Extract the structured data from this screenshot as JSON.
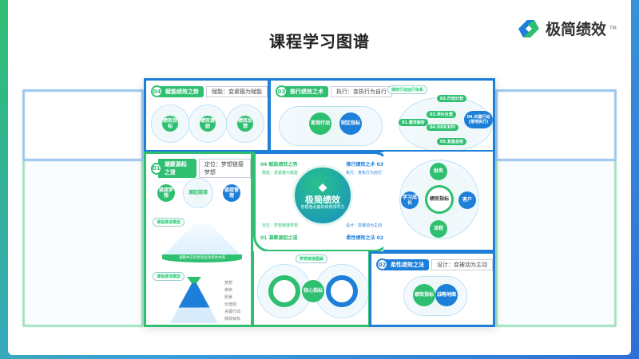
{
  "page_title": "课程学习图谱",
  "logo": {
    "name": "极简绩效",
    "tm": "TM"
  },
  "panels": {
    "p04": {
      "num": "04",
      "title": "赋能绩效之势",
      "subtitle": "赋能：变紧箍为赋能",
      "circles": [
        "绩效目标",
        "绩效激励",
        "绩效反馈"
      ]
    },
    "p03": {
      "num": "03",
      "title": "推行绩效之术",
      "subtitle": "执行：变执行为自行",
      "circles": [
        "客观行动",
        "制定指标"
      ]
    },
    "system": {
      "title": "绩效行动运行体系",
      "nodes": [
        "01.需求解析",
        "02.行动计划",
        "03.评价反馈",
        "04.OKR/KPI",
        "05.复盘总结",
        "04.关键行动(落地执行)"
      ]
    },
    "p01": {
      "num": "01",
      "title": "凝聚源起之道",
      "subtitle": "定位：梦想链接梦想",
      "circles": [
        "链接梦想",
        "源起链接",
        "链接管理"
      ],
      "model1": "课程推进模型",
      "model1_base": "凝聚共识的绩效运动落地体系",
      "model2": "课程落地模型",
      "pyramid": [
        "梦想",
        "使命",
        "愿景",
        "价值观",
        "关键行动",
        "绩效目标"
      ]
    },
    "hub": {
      "brand": "极简绩效",
      "slogan": "管理者必备的绩效领导力",
      "q04": {
        "num": "04",
        "title": "赋能绩效之势",
        "sub": "赋能：变紧箍为赋能"
      },
      "q03": {
        "num": "03",
        "title": "推行绩效之术",
        "sub": "执行：变执行为自行"
      },
      "q01": {
        "num": "01",
        "title": "凝聚源起之道",
        "sub": "定位：梦想链接梦想"
      },
      "q02": {
        "num": "02",
        "title": "柔性绩效之法",
        "sub": "设计：变被动为主动"
      }
    },
    "wheel": {
      "center": "绩效指标",
      "nodes": [
        "财务",
        "客户",
        "流程",
        "学习成长"
      ]
    },
    "dream": {
      "title": "梦想链接图解",
      "center": "核心指标"
    },
    "p02": {
      "num": "02",
      "title": "柔性绩效之法",
      "subtitle": "设计：变被动为主动",
      "circles": [
        "绩效指标",
        "战略地图"
      ]
    }
  }
}
